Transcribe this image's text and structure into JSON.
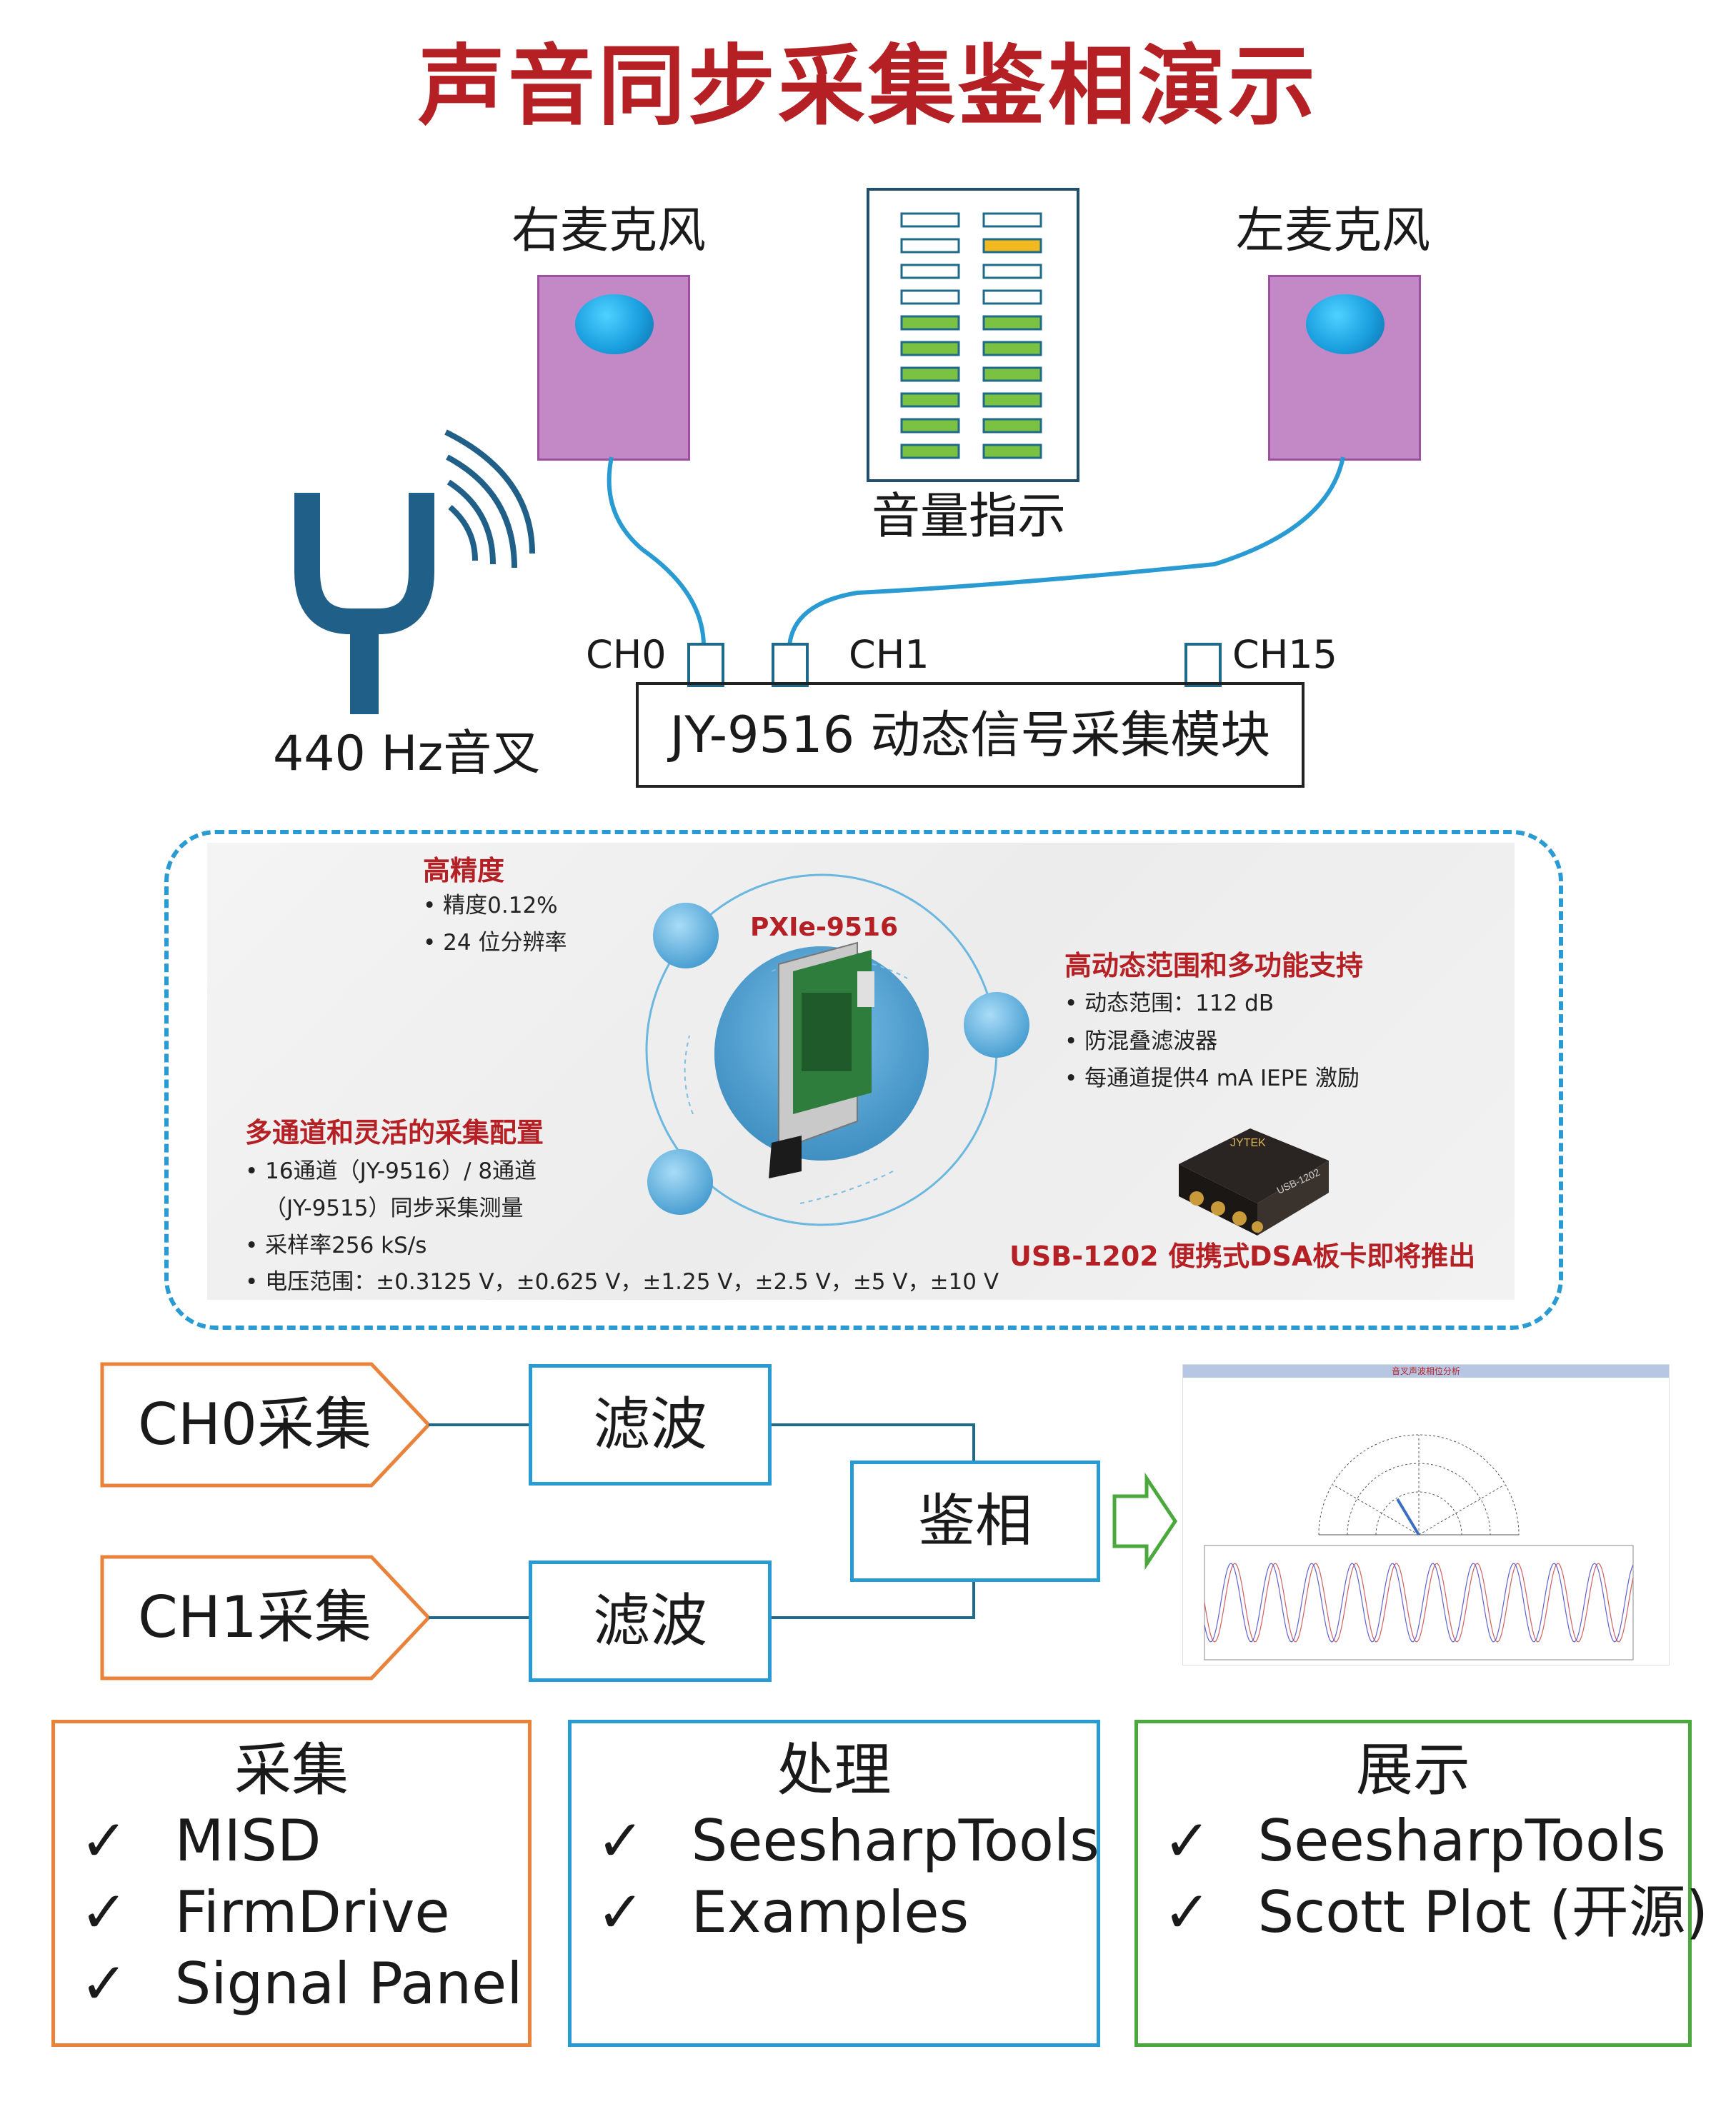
{
  "title": "声音同步采集鉴相演示",
  "mic_right_label": "右麦克风",
  "mic_left_label": "左麦克风",
  "volume_label": "音量指示",
  "tuning_fork_label": "440 Hz音叉",
  "channels": {
    "ch0": "CH0",
    "ch1": "CH1",
    "ch15": "CH15"
  },
  "module_label": "JY-9516 动态信号采集模块",
  "product": {
    "name": "PXIe-9516",
    "high_precision": {
      "title": "高精度",
      "items": [
        "• 精度0.12%",
        "• 24 位分辨率"
      ]
    },
    "dynamic": {
      "title": "高动态范围和多功能支持",
      "items": [
        "• 动态范围：112 dB",
        "• 防混叠滤波器",
        "• 每通道提供4 mA IEPE 激励"
      ]
    },
    "multichannel": {
      "title": "多通道和灵活的采集配置",
      "items": [
        "• 16通道（JY-9516）/ 8通道",
        "（JY-9515）同步采集测量",
        "• 采样率256 kS/s",
        "• 电压范围：±0.3125 V，±0.625 V，±1.25 V，±2.5 V，±5 V，±10 V"
      ]
    },
    "usb_text": "USB-1202 便携式DSA板卡即将推出",
    "usb_device_label": "USB-1202",
    "usb_brand": "JYTEK"
  },
  "flow": {
    "ch0_acq": "CH0采集",
    "ch1_acq": "CH1采集",
    "filter1": "滤波",
    "filter2": "滤波",
    "phase": "鉴相"
  },
  "result_chart_title": "音叉声波相位分析",
  "columns": {
    "acquisition": {
      "title": "采集",
      "items": [
        "MISD",
        "FirmDrive",
        "Signal Panel"
      ]
    },
    "processing": {
      "title": "处理",
      "items": [
        "SeesharpTools",
        "Examples"
      ]
    },
    "display": {
      "title": "展示",
      "items": [
        "SeesharpTools",
        "Scott Plot (开源)"
      ]
    }
  },
  "check_mark": "✓",
  "colors": {
    "title": "#b52025",
    "orange": "#e9823a",
    "blue": "#2a9bd2",
    "green": "#4aa83c",
    "mic": "#c388c6",
    "meter_green": "#7cc242",
    "meter_yellow": "#f2b81f"
  }
}
